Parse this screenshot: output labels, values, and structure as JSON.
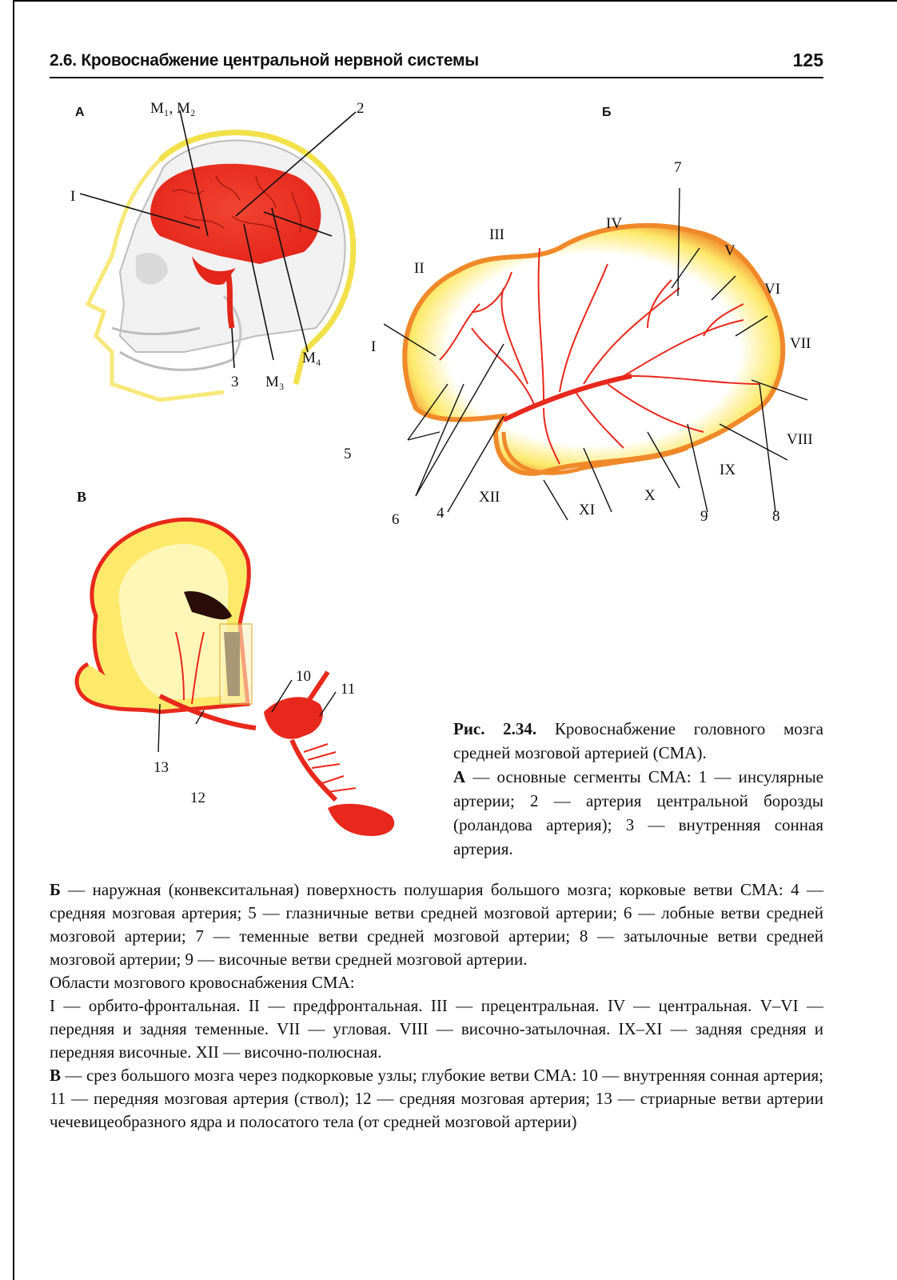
{
  "header": {
    "section_title": "2.6. Кровоснабжение центральной нервной системы",
    "page_number": "125"
  },
  "figure": {
    "panel_a": {
      "letter": "А",
      "labels": {
        "m1m2": "M₁, M₂",
        "n2": "2",
        "n1": "I",
        "n3": "3",
        "m3": "M₃",
        "m4": "M₄"
      }
    },
    "panel_b": {
      "letter": "Б",
      "roman": [
        "I",
        "II",
        "III",
        "IV",
        "V",
        "VI",
        "VII",
        "VIII",
        "IX",
        "X",
        "XI",
        "XII"
      ],
      "numbers": {
        "n4": "4",
        "n5": "5",
        "n6": "6",
        "n7": "7",
        "n8": "8",
        "n9": "9"
      }
    },
    "panel_c": {
      "letter": "В",
      "numbers": {
        "n10": "10",
        "n11": "11",
        "n12": "12",
        "n13": "13"
      }
    },
    "caption": {
      "fig_label": "Рис. 2.34.",
      "fig_title": " Кровоснабжение головного мозга средней мозговой артерией (СМА).",
      "panel_a_letter": "А",
      "panel_a_text": " — основные сегменты СМА: 1 — инсулярные артерии; 2 — артерия центральной борозды (роландова артерия); 3 — внутренняя сонная артерия."
    }
  },
  "body": {
    "para_b_letter": "Б",
    "para_b_text": " — наружная (конвекситальная) поверхность полушария большого мозга; корковые ветви СМА: 4 — средняя мозговая артерия; 5 — глазничные ветви средней мозговой артерии; 6 — лобные ветви средней мозговой артерии; 7 — теменные ветви средней мозговой артерии; 8 — затылочные ветви средней мозговой артерии; 9 — височные ветви средней мозговой артерии.",
    "regions_heading": "Области мозгового кровоснабжения СМА:",
    "regions_text": "I — орбито-фронтальная. II — предфронтальная. III — прецентральная. IV — центральная. V–VI — передняя и задняя теменные. VII — угловая. VIII — височно-затылочная. IX–XI — задняя средняя и передняя височные. XII — височно-полюсная.",
    "para_c_letter": "В",
    "para_c_text": " — срез большого мозга через подкорковые узлы; глубокие ветви СМА: 10 — внутренняя сонная артерия; 11 — передняя мозговая артерия (ствол); 12 — средняя мозговая артерия; 13 — стриарные ветви артерии чечевицеобразного ядра и полосатого тела (от средней мозговой артерии)"
  },
  "colors": {
    "artery": "#e8281c",
    "cortex_yellow": "#fde96a",
    "skull_outline": "#f3e14a",
    "text": "#111111"
  }
}
